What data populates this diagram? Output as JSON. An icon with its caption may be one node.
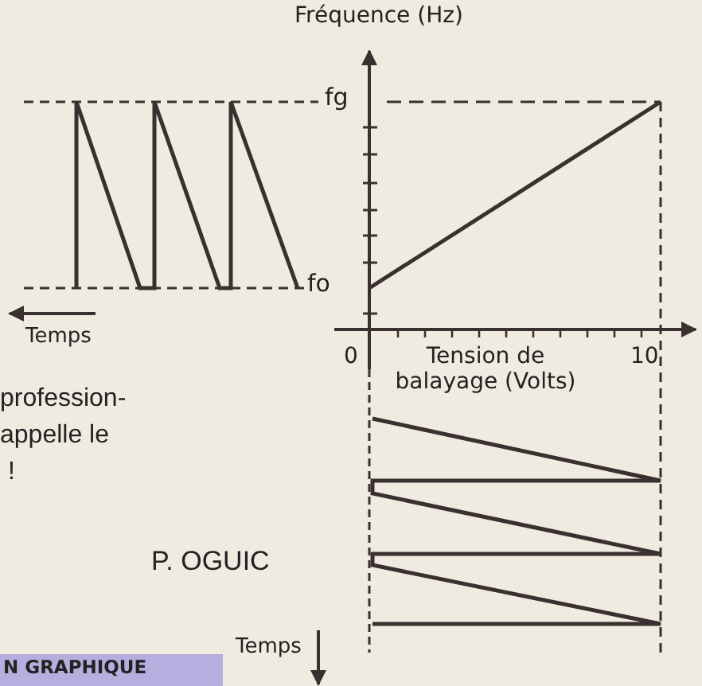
{
  "diagram": {
    "labels": [
      "Fréquence (Hz)",
      "fg",
      "fo",
      "Temps",
      "0",
      "10",
      "Tension de balayage (Volts)",
      "profession-",
      "appelle le",
      "!",
      "P. OGUIC",
      "Temps",
      "N GRAPHIQUE"
    ]
  }
}
